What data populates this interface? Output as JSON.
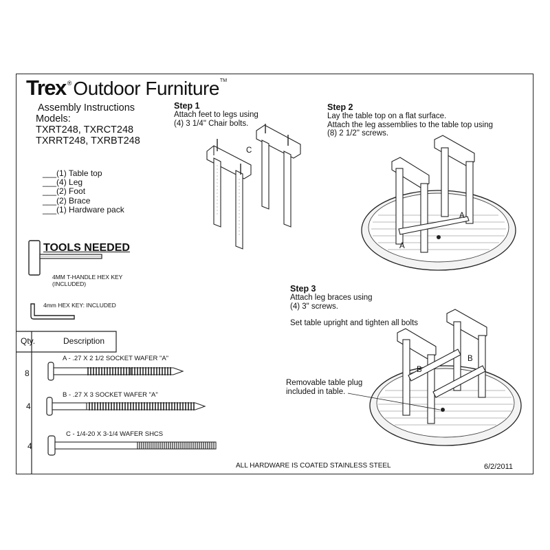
{
  "brand": {
    "name": "Trex",
    "reg": "®",
    "suffix": "Outdoor Furniture",
    "tm": "TM"
  },
  "title": {
    "line1": "Assembly Instructions",
    "line2": "Models:",
    "line3": "TXRT248, TXRCT248",
    "line4": "TXRRT248, TXRBT248"
  },
  "parts": [
    "___(1) Table top",
    "___(4) Leg",
    "___(2) Foot",
    "___(2) Brace",
    "___(1) Hardware pack"
  ],
  "tools": {
    "title": "TOOLS NEEDED",
    "t_handle": "4MM T-HANDLE HEX KEY",
    "t_handle_note": "(INCLUDED)",
    "hex_key": "4mm HEX KEY: INCLUDED"
  },
  "step1": {
    "title": "Step 1",
    "line1": "Attach feet to legs using",
    "line2": "(4) 3 1/4\" Chair bolts.",
    "callout": "C"
  },
  "step2": {
    "title": "Step 2",
    "line1": "Lay the table top on a flat surface.",
    "line2": "Attach the leg assemblies to the table top using",
    "line3": "(8) 2 1/2\" screws.",
    "callout_a1": "A",
    "callout_a2": "A"
  },
  "step3": {
    "title": "Step 3",
    "line1": "Attach leg braces using",
    "line2": "(4) 3\" screws.",
    "line3": "Set table upright and tighten all bolts",
    "callout_b1": "B",
    "callout_b2": "B",
    "plug_line1": "Removable table plug",
    "plug_line2": "included in table."
  },
  "hardware": {
    "qty_header": "Qty.",
    "desc_header": "Description",
    "items": [
      {
        "qty": "8",
        "label": "A - .27 X 2 1/2 SOCKET WAFER \"A\""
      },
      {
        "qty": "4",
        "label": "B - .27 X 3 SOCKET WAFER \"A\""
      },
      {
        "qty": "4",
        "label": "C - 1/4-20 X 3-1/4 WAFER SHCS"
      }
    ]
  },
  "footer": {
    "note": "ALL HARDWARE IS COATED STAINLESS STEEL",
    "date": "6/2/2011"
  }
}
